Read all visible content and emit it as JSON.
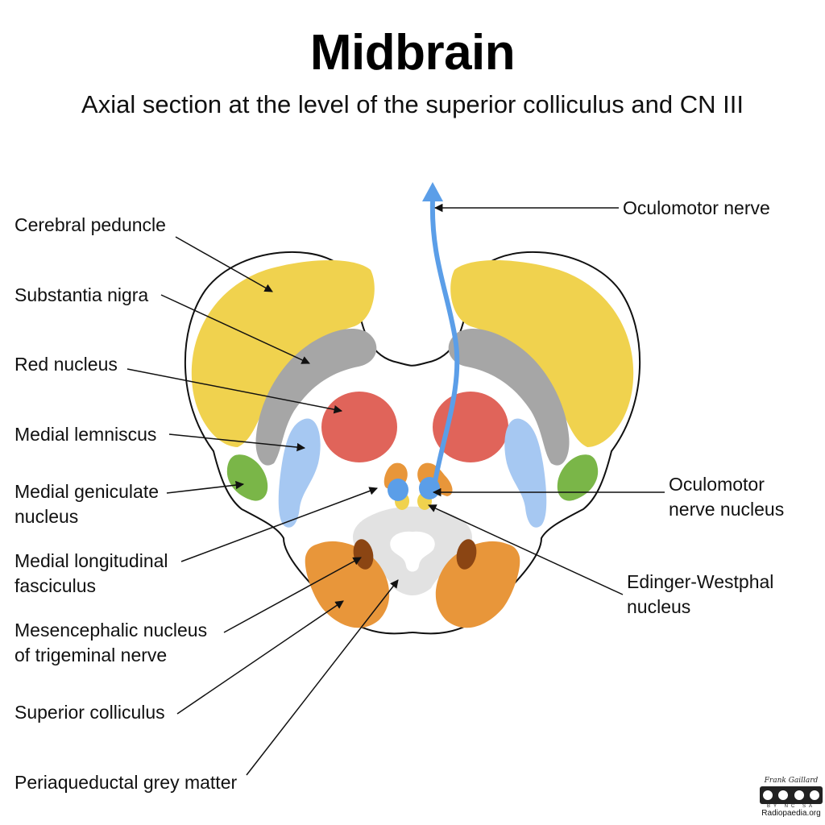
{
  "title": "Midbrain",
  "subtitle": "Axial section at the level of the superior colliculus and CN III",
  "labels": {
    "oculomotor_nerve": "Oculomotor  nerve",
    "cerebral_peduncle": "Cerebral peduncle",
    "substantia_nigra": "Substantia nigra",
    "red_nucleus": "Red nucleus",
    "medial_lemniscus": "Medial lemniscus",
    "medial_geniculate_1": "Medial geniculate",
    "medial_geniculate_2": "nucleus",
    "medial_longitudinal_1": "Medial longitudinal",
    "medial_longitudinal_2": "fasciculus",
    "mesencephalic_1": "Mesencephalic nucleus",
    "mesencephalic_2": "of trigeminal nerve",
    "superior_colliculus": "Superior colliculus",
    "periaqueductal": "Periaqueductal grey matter",
    "oculomotor_nucleus_1": "Oculomotor",
    "oculomotor_nucleus_2": "nerve nucleus",
    "edinger_1": "Edinger-Westphal",
    "edinger_2": "nucleus"
  },
  "credit": {
    "author": "Frank Gaillard",
    "license": "BY NC SA",
    "site": "Radiopaedia.org"
  },
  "colors": {
    "cerebral_peduncle": "#f0d24e",
    "substantia_nigra": "#a6a6a6",
    "red_nucleus": "#e0645a",
    "medial_lemniscus": "#a6c8f2",
    "medial_geniculate": "#7ab648",
    "oculomotor": "#5b9ee8",
    "oculomotor_nucleus": "#5b9ee8",
    "edinger_westphal": "#f0d24e",
    "mlf": "#e8963a",
    "superior_colliculus": "#e8963a",
    "mesencephalic_nucleus": "#8b4513",
    "periaqueductal": "#e2e2e2"
  }
}
